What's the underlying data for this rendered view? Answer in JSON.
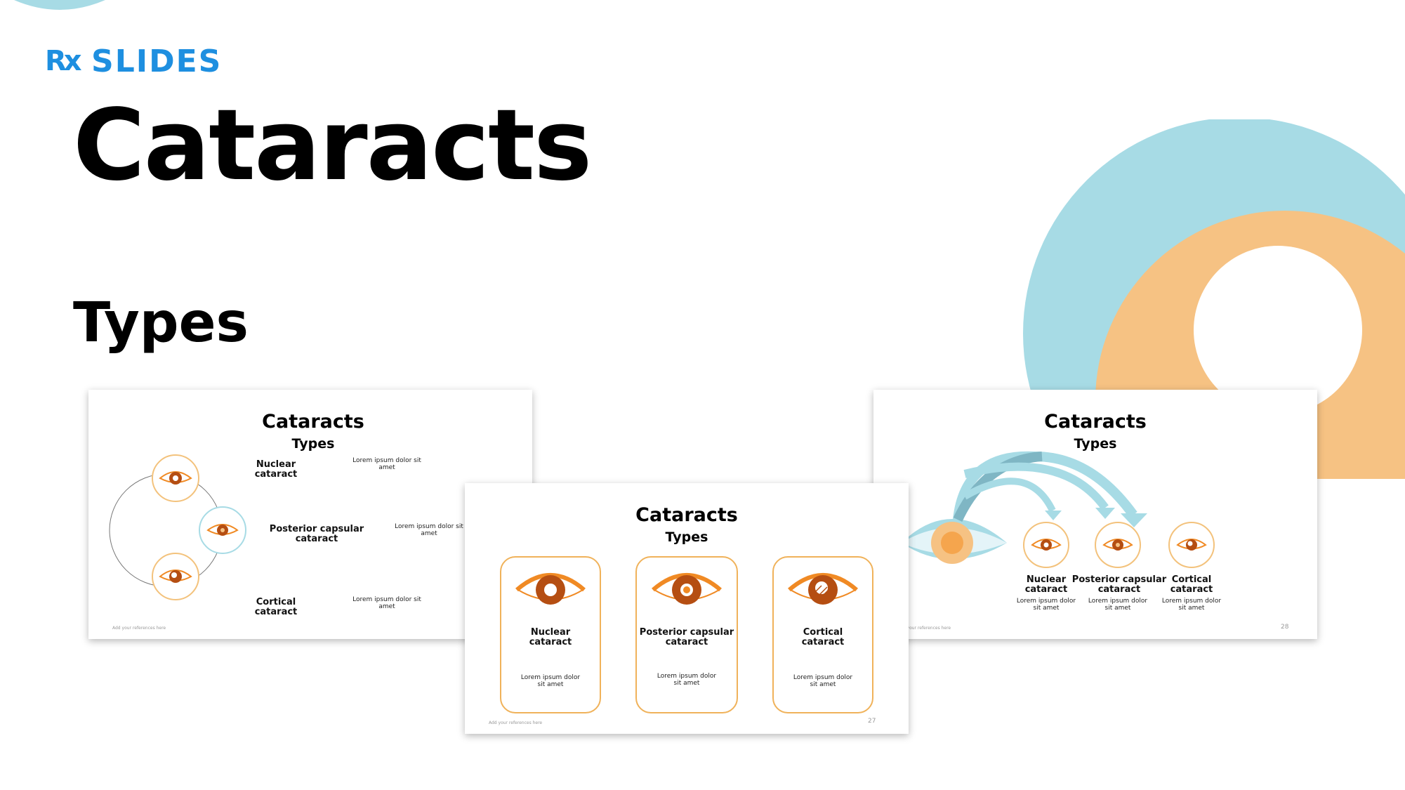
{
  "brand": {
    "rx": "Rx",
    "name": "SLIDES"
  },
  "hero": {
    "title": "Cataracts",
    "subtitle": "Types"
  },
  "colors": {
    "blue": "#1e8fe0",
    "teal": "#a7dbe5",
    "orange": "#f6c283",
    "eye_dark": "#b54e12",
    "eye_orange": "#f08a24"
  },
  "slides": [
    {
      "title": "Cataracts",
      "subtitle": "Types",
      "items": [
        {
          "label": "Nuclear\ncataract",
          "desc": "Lorem ipsum dolor sit\namet"
        },
        {
          "label": "Posterior capsular\ncataract",
          "desc": "Lorem ipsum dolor sit\namet"
        },
        {
          "label": "Cortical\ncataract",
          "desc": "Lorem ipsum dolor sit\namet"
        }
      ],
      "footer": "Add your references here"
    },
    {
      "title": "Cataracts",
      "subtitle": "Types",
      "items": [
        {
          "label": "Nuclear\ncataract",
          "desc": "Lorem ipsum dolor\nsit amet"
        },
        {
          "label": "Posterior capsular\ncataract",
          "desc": "Lorem ipsum dolor\nsit amet"
        },
        {
          "label": "Cortical\ncataract",
          "desc": "Lorem ipsum dolor\nsit amet"
        }
      ],
      "footer": "Add your references here",
      "page": "27"
    },
    {
      "title": "Cataracts",
      "subtitle": "Types",
      "items": [
        {
          "label": "Nuclear\ncataract",
          "desc": "Lorem ipsum dolor\nsit amet"
        },
        {
          "label": "Posterior capsular\ncataract",
          "desc": "Lorem ipsum dolor\nsit amet"
        },
        {
          "label": "Cortical\ncataract",
          "desc": "Lorem ipsum dolor\nsit amet"
        }
      ],
      "footer": "Add your references here",
      "page": "28"
    }
  ]
}
